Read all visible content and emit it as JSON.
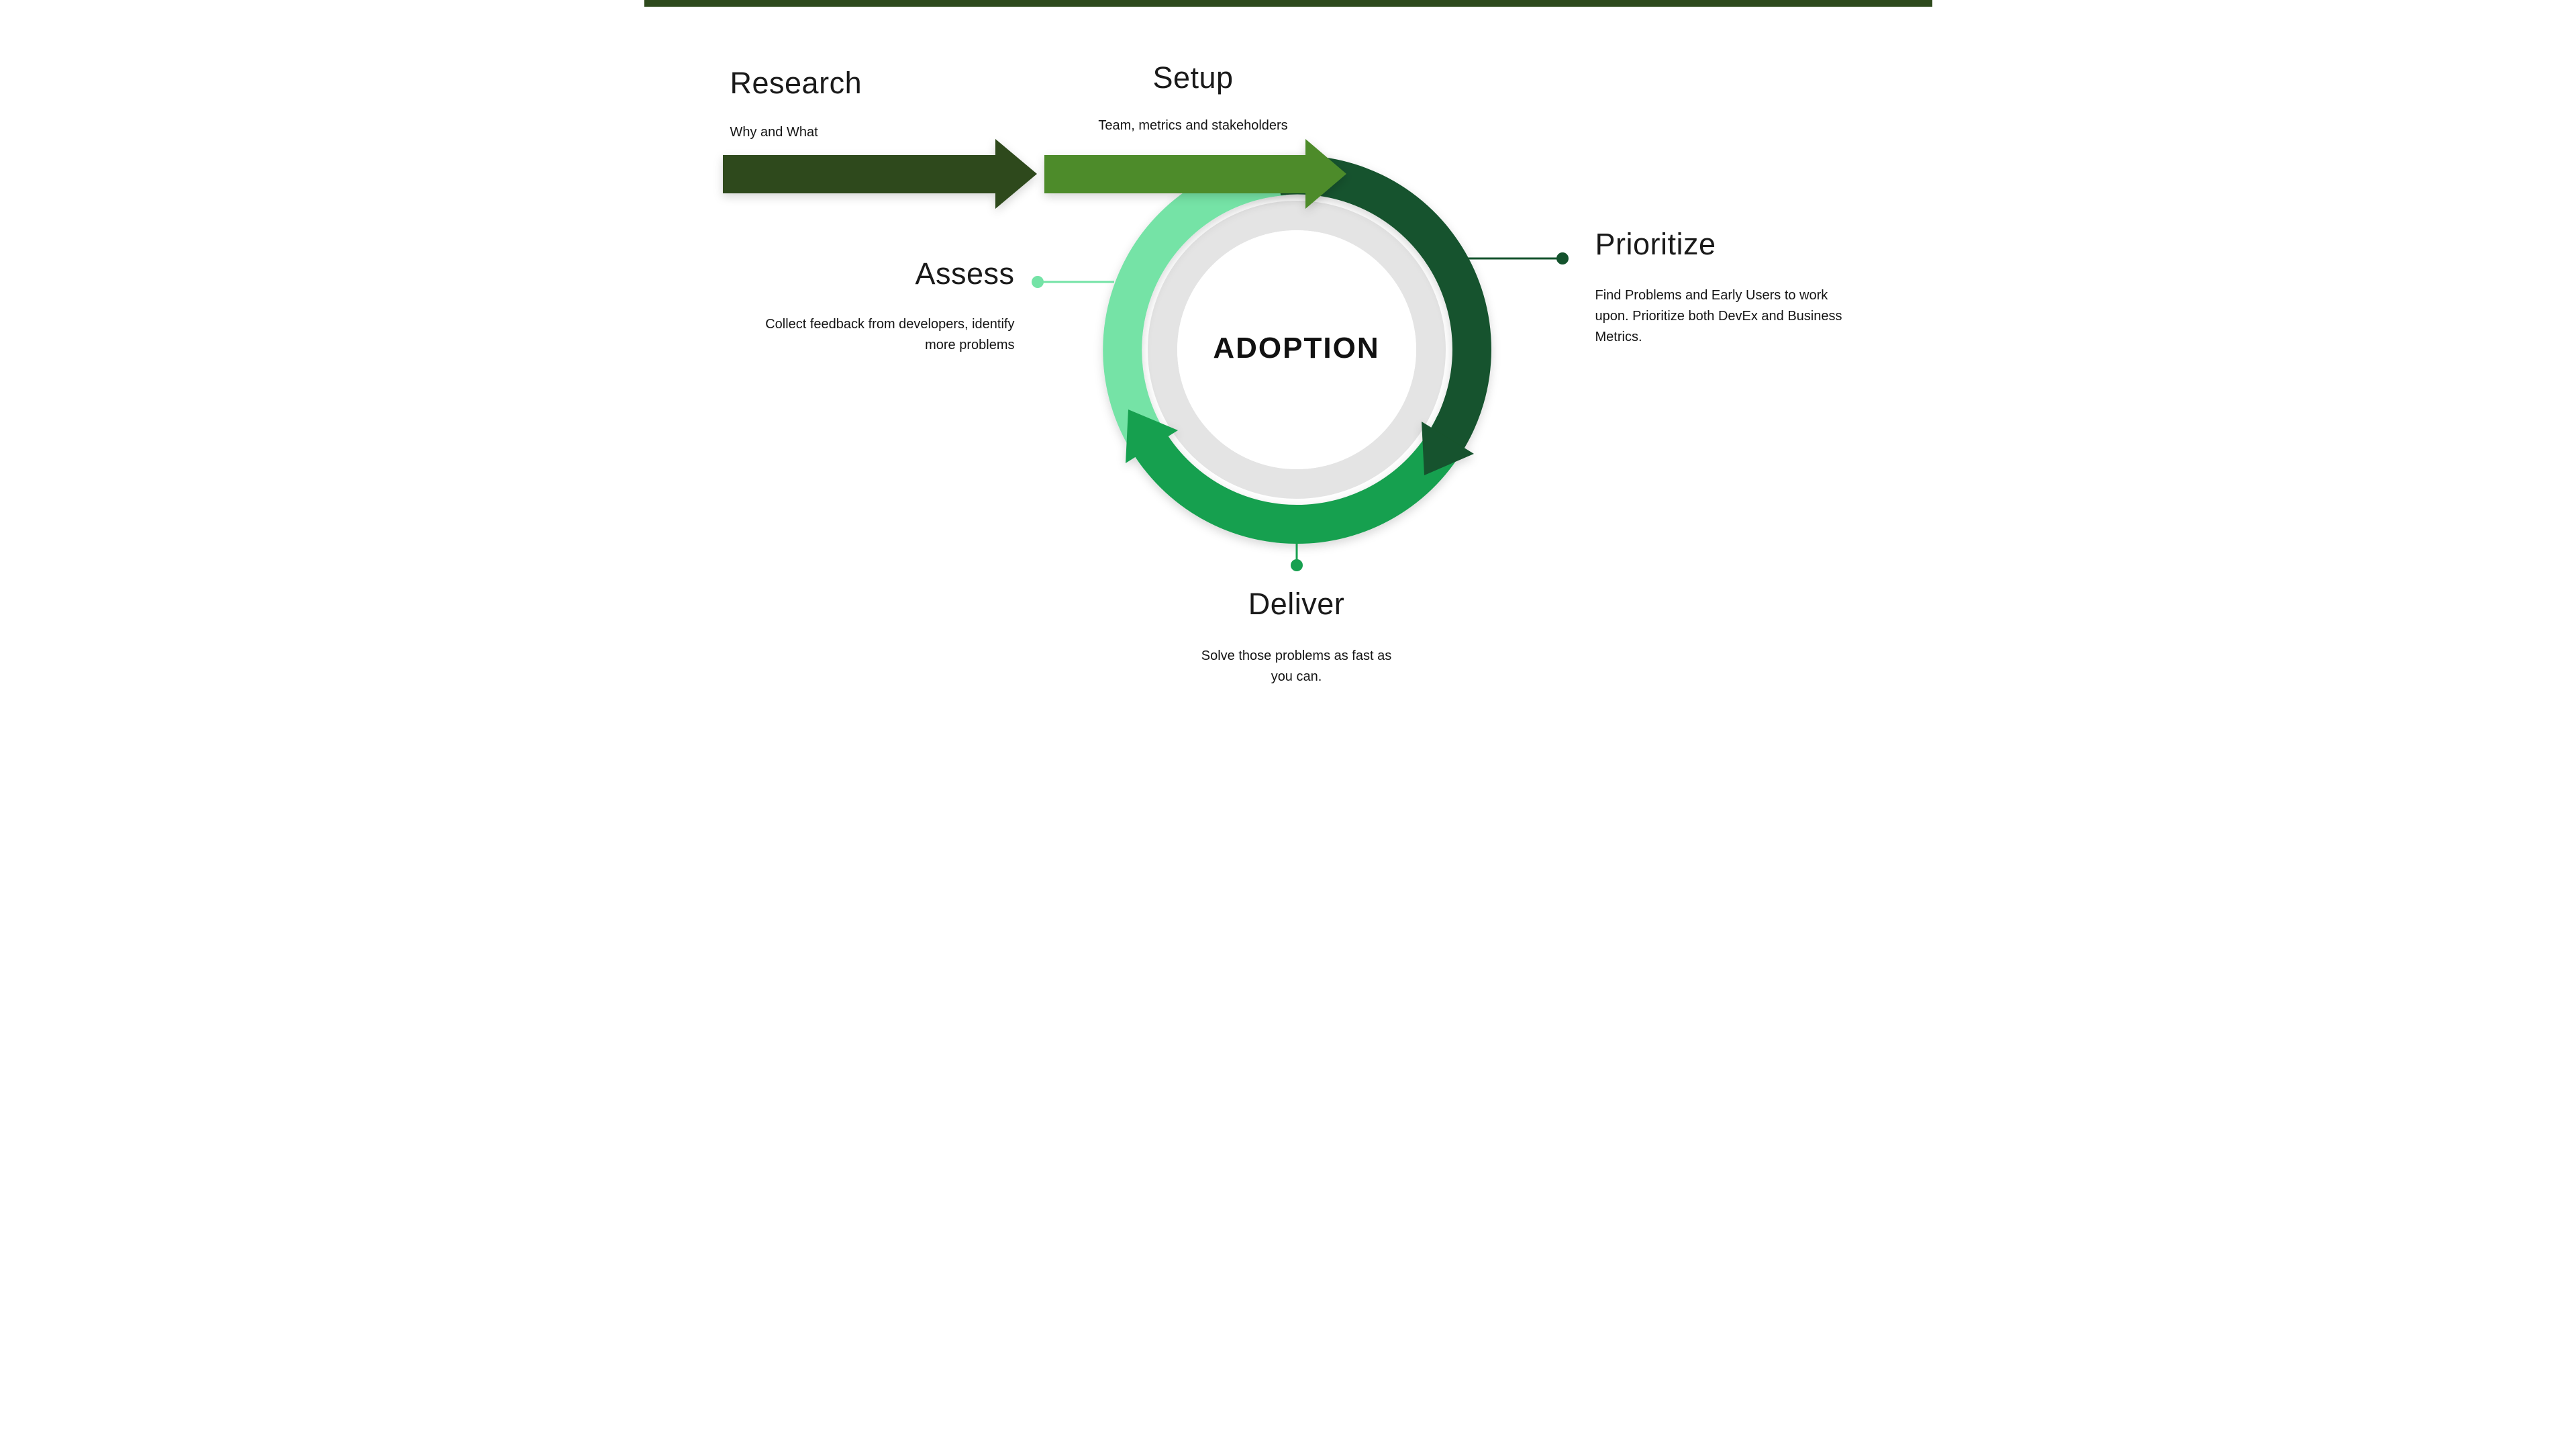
{
  "colors": {
    "top_bar": "#2e4a1d",
    "research_arrow": "#2e4a1d",
    "setup_arrow": "#4e8b2c",
    "arc_dark": "#14532d",
    "arc_green": "#18a050",
    "arc_mint": "#74e3a6",
    "inner_ring": "#e4e4e4",
    "center_fill": "#ffffff",
    "prioritize_accent": "#14532d",
    "assess_accent": "#74e3a6",
    "deliver_accent": "#18a050"
  },
  "center": {
    "label": "ADOPTION"
  },
  "steps": {
    "research": {
      "title": "Research",
      "subtitle": "Why and What"
    },
    "setup": {
      "title": "Setup",
      "subtitle": "Team, metrics and stakeholders"
    },
    "prioritize": {
      "title": "Prioritize",
      "description": "Find Problems and Early Users to work upon. Prioritize both DevEx and Business Metrics."
    },
    "assess": {
      "title": "Assess",
      "description": "Collect feedback from developers, identify more problems"
    },
    "deliver": {
      "title": "Deliver",
      "description": "Solve those problems as fast as you can."
    }
  }
}
